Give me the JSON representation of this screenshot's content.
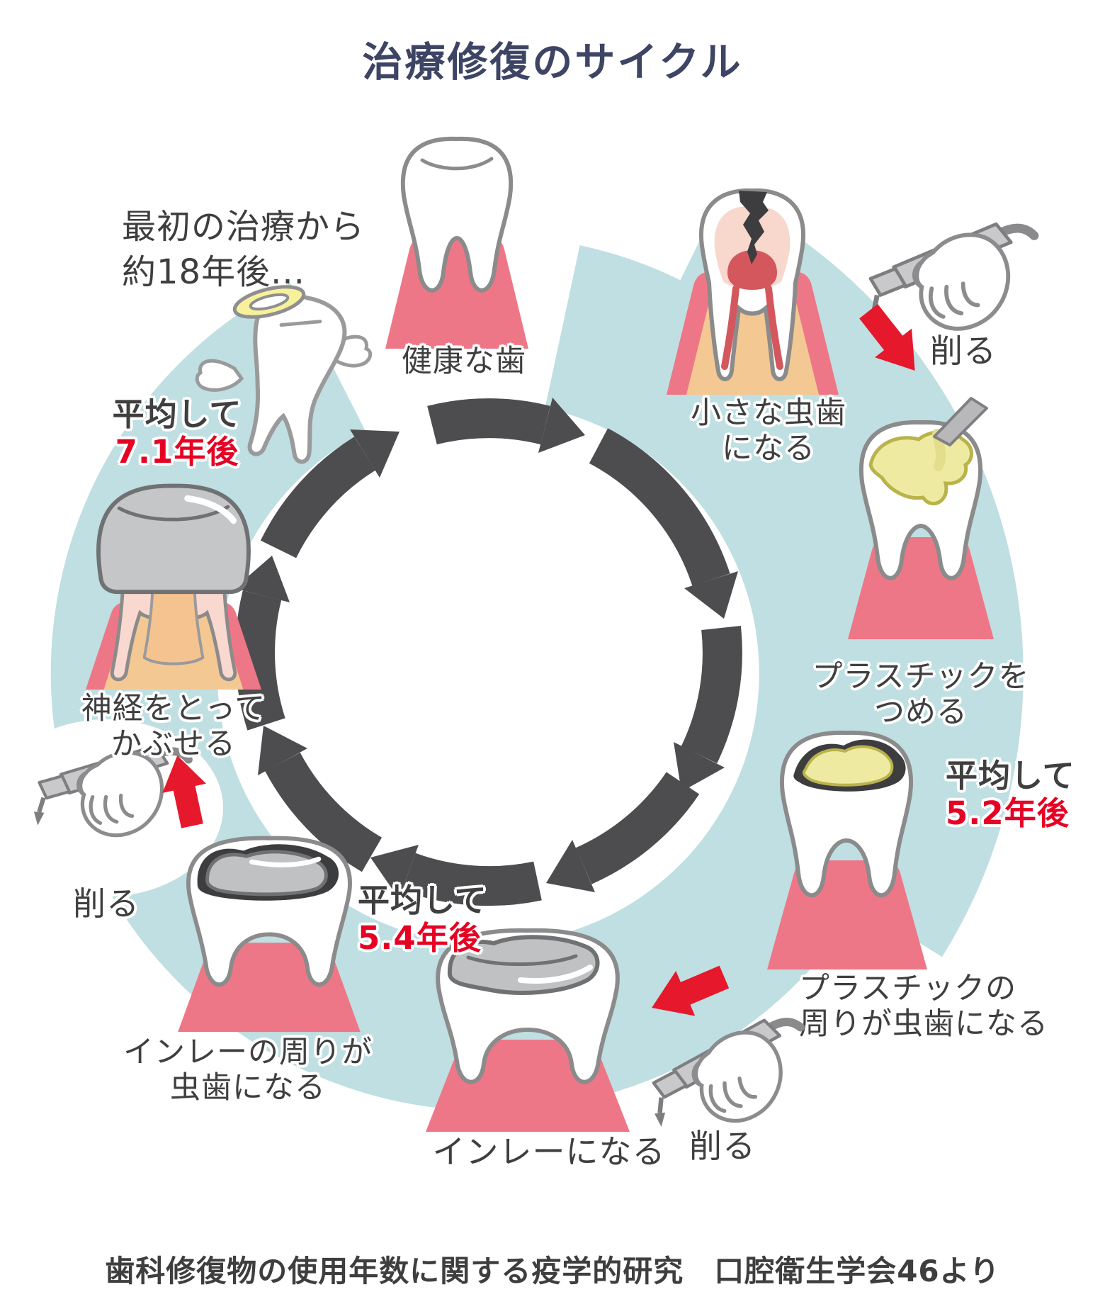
{
  "title": "治療修復のサイクル",
  "intro_note": {
    "line1": "最初の治療から",
    "line2": "約18年後..."
  },
  "steps": {
    "healthy": {
      "label": "健康な歯"
    },
    "small_cavity": {
      "line1": "小さな虫歯",
      "line2": "になる"
    },
    "drill_top": {
      "label": "削る"
    },
    "plastic_fill": {
      "line1": "プラスチックを",
      "line2": "つめる"
    },
    "interval_plastic": {
      "prefix": "平均して",
      "value": "5.2年後"
    },
    "plastic_decay": {
      "line1": "プラスチックの",
      "line2": "周りが虫歯になる"
    },
    "drill_bottom": {
      "label": "削る"
    },
    "inlay": {
      "label": "インレーになる"
    },
    "interval_inlay": {
      "prefix": "平均して",
      "value": "5.4年後"
    },
    "inlay_decay": {
      "line1": "インレーの周りが",
      "line2": "虫歯になる"
    },
    "drill_left": {
      "label": "削る"
    },
    "crown": {
      "line1": "神経をとって",
      "line2": "かぶせる"
    },
    "interval_crown": {
      "prefix": "平均して",
      "value": "7.1年後"
    }
  },
  "source_note": "歯科修復物の使用年数に関する疫学的研究　口腔衛生学会46より",
  "colors": {
    "accent_red": "#e60023",
    "red_arrow": "#e6182c",
    "ring_teal": "#bfdfe2",
    "cycle_arrow_gray": "#4d4d50",
    "title_navy": "#3d4464",
    "label_dark": "#3f3f3f",
    "gum_pink": "#ee7787",
    "bone_tan": "#f4c893",
    "filling_yellow": "#efeaa2",
    "metal_gray": "#bfc1c3",
    "decay_dark": "#3d3d3f",
    "halo_yellow": "#f8f19b"
  }
}
